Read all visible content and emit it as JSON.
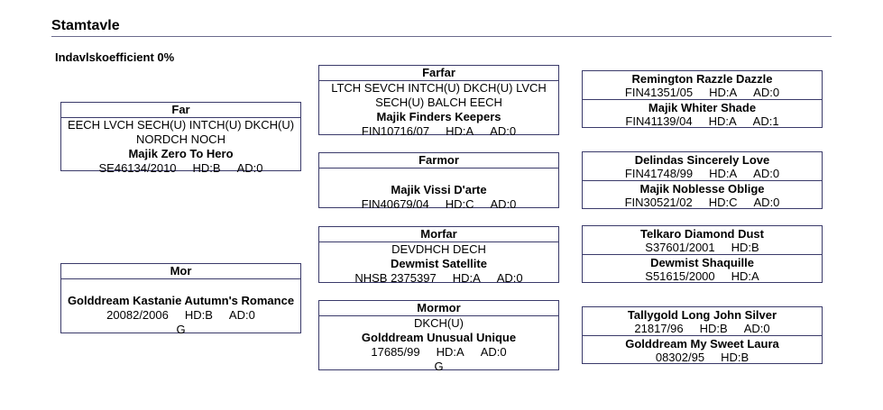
{
  "title": "Stamtavle",
  "inbreeding": "Indavlskoefficient 0%",
  "far": {
    "label": "Far",
    "titles": [
      "EECH LVCH SECH(U) INTCH(U) DKCH(U)",
      "NORDCH NOCH"
    ],
    "name": "Majik Zero To Hero",
    "reg": "SE46134/2010",
    "hd": "HD:B",
    "ad": "AD:0"
  },
  "mor": {
    "label": "Mor",
    "name": "Golddream Kastanie Autumn's Romance",
    "reg": "20082/2006",
    "hd": "HD:B",
    "ad": "AD:0",
    "extra": "G"
  },
  "farfar": {
    "label": "Farfar",
    "titles": [
      "LTCH SEVCH INTCH(U) DKCH(U) LVCH",
      "SECH(U) BALCH EECH"
    ],
    "name": "Majik Finders Keepers",
    "reg": "FIN10716/07",
    "hd": "HD:A",
    "ad": "AD:0"
  },
  "farmor": {
    "label": "Farmor",
    "name": "Majik Vissi D'arte",
    "reg": "FIN40679/04",
    "hd": "HD:C",
    "ad": "AD:0"
  },
  "morfar": {
    "label": "Morfar",
    "titles": [
      "DEVDHCH DECH"
    ],
    "name": "Dewmist Satellite",
    "reg": "NHSB 2375397",
    "hd": "HD:A",
    "ad": "AD:0"
  },
  "mormor": {
    "label": "Mormor",
    "titles": [
      "DKCH(U)"
    ],
    "name": "Golddream Unusual Unique",
    "reg": "17685/99",
    "hd": "HD:A",
    "ad": "AD:0",
    "extra": "G"
  },
  "ggp": [
    {
      "name": "Remington Razzle Dazzle",
      "reg": "FIN41351/05",
      "hd": "HD:A",
      "ad": "AD:0"
    },
    {
      "name": "Majik Whiter Shade",
      "reg": "FIN41139/04",
      "hd": "HD:A",
      "ad": "AD:1"
    },
    {
      "name": "Delindas Sincerely Love",
      "reg": "FIN41748/99",
      "hd": "HD:A",
      "ad": "AD:0"
    },
    {
      "name": "Majik Noblesse Oblige",
      "reg": "FIN30521/02",
      "hd": "HD:C",
      "ad": "AD:0"
    },
    {
      "name": "Telkaro Diamond Dust",
      "reg": "S37601/2001",
      "hd": "HD:B"
    },
    {
      "name": "Dewmist Shaquille",
      "reg": "S51615/2000",
      "hd": "HD:A"
    },
    {
      "name": "Tallygold Long John Silver",
      "reg": "21817/96",
      "hd": "HD:B",
      "ad": "AD:0"
    },
    {
      "name": "Golddream My Sweet Laura",
      "reg": "08302/95",
      "hd": "HD:B"
    }
  ]
}
